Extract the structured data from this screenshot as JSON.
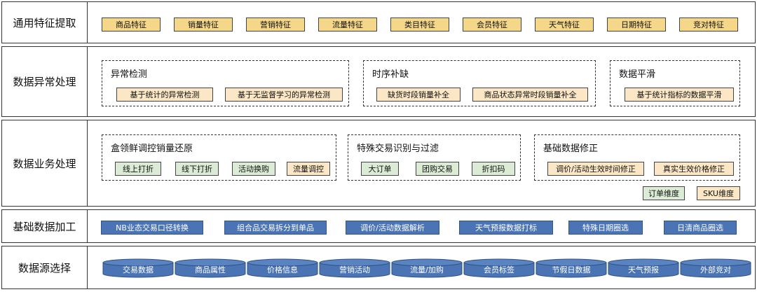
{
  "layers": {
    "features": {
      "label": "通用特征提取",
      "items": [
        "商品特征",
        "销量特征",
        "营销特征",
        "流量特征",
        "类目特征",
        "会员特征",
        "天气特征",
        "日期特征",
        "竞对特征"
      ]
    },
    "anomaly": {
      "label": "数据异常处理",
      "groups": [
        {
          "title": "异常检测",
          "items": [
            "基于统计的异常检测",
            "基于无监督学习的异常检测"
          ]
        },
        {
          "title": "时序补缺",
          "items": [
            "缺货时段销量补全",
            "商品状态异常时段销量补全"
          ]
        },
        {
          "title": "数据平滑",
          "items": [
            "基于统计指标的数据平滑"
          ]
        }
      ]
    },
    "business": {
      "label": "数据业务处理",
      "groups": [
        {
          "title": "盒领鲜调控销量还原",
          "items": [
            "线上打折",
            "线下打折",
            "活动换购",
            "流量调控"
          ]
        },
        {
          "title": "特殊交易识别与过滤",
          "items": [
            "大订单",
            "团购交易",
            "折扣码"
          ]
        },
        {
          "title": "基础数据修正",
          "items": [
            "调价/活动生效时间修正",
            "真实生效价格修正"
          ]
        }
      ],
      "legend": [
        "订单维度",
        "SKU维度"
      ]
    },
    "processing": {
      "label": "基础数据加工",
      "items": [
        "NB业态交易口径转换",
        "组合品交易拆分到单品",
        "调价/活动数据解析",
        "天气预报数据打标",
        "特殊日期圈选",
        "日清商品圈选"
      ]
    },
    "sources": {
      "label": "数据源选择",
      "items": [
        "交易数据",
        "商品属性",
        "价格信息",
        "营销活动",
        "流量/加购",
        "会员标签",
        "节假日数据",
        "天气预报",
        "外部竞对"
      ]
    }
  },
  "colors": {
    "feature_chip": "#f5d78a",
    "sub_chip_beige": "#fbe7c5",
    "sub_chip_green": "#dcebd5",
    "process_chip": "#4a74b4",
    "cylinder": "#4a74b4"
  }
}
